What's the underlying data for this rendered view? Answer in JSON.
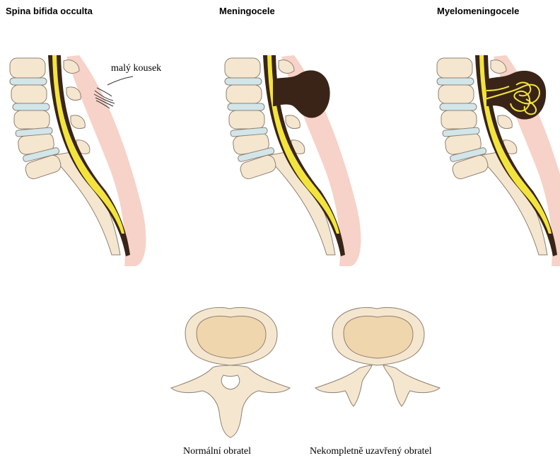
{
  "panels": [
    {
      "title": "Spina bifida occulta"
    },
    {
      "title": "Meningocele"
    },
    {
      "title": "Myelomeningocele"
    }
  ],
  "annotation": "malý kousek",
  "vertebrae": [
    {
      "caption": "Normální obratel"
    },
    {
      "caption": "Nekompletně uzavřený obratel"
    }
  ],
  "colors": {
    "bone": "#f5e6cf",
    "vertebral_body": "#f0d6ad",
    "disc": "#d2e6ea",
    "skin": "#f7d2c8",
    "spinal_cord": "#f2e43c",
    "meninges": "#3a2418",
    "outline": "#8f8070"
  }
}
